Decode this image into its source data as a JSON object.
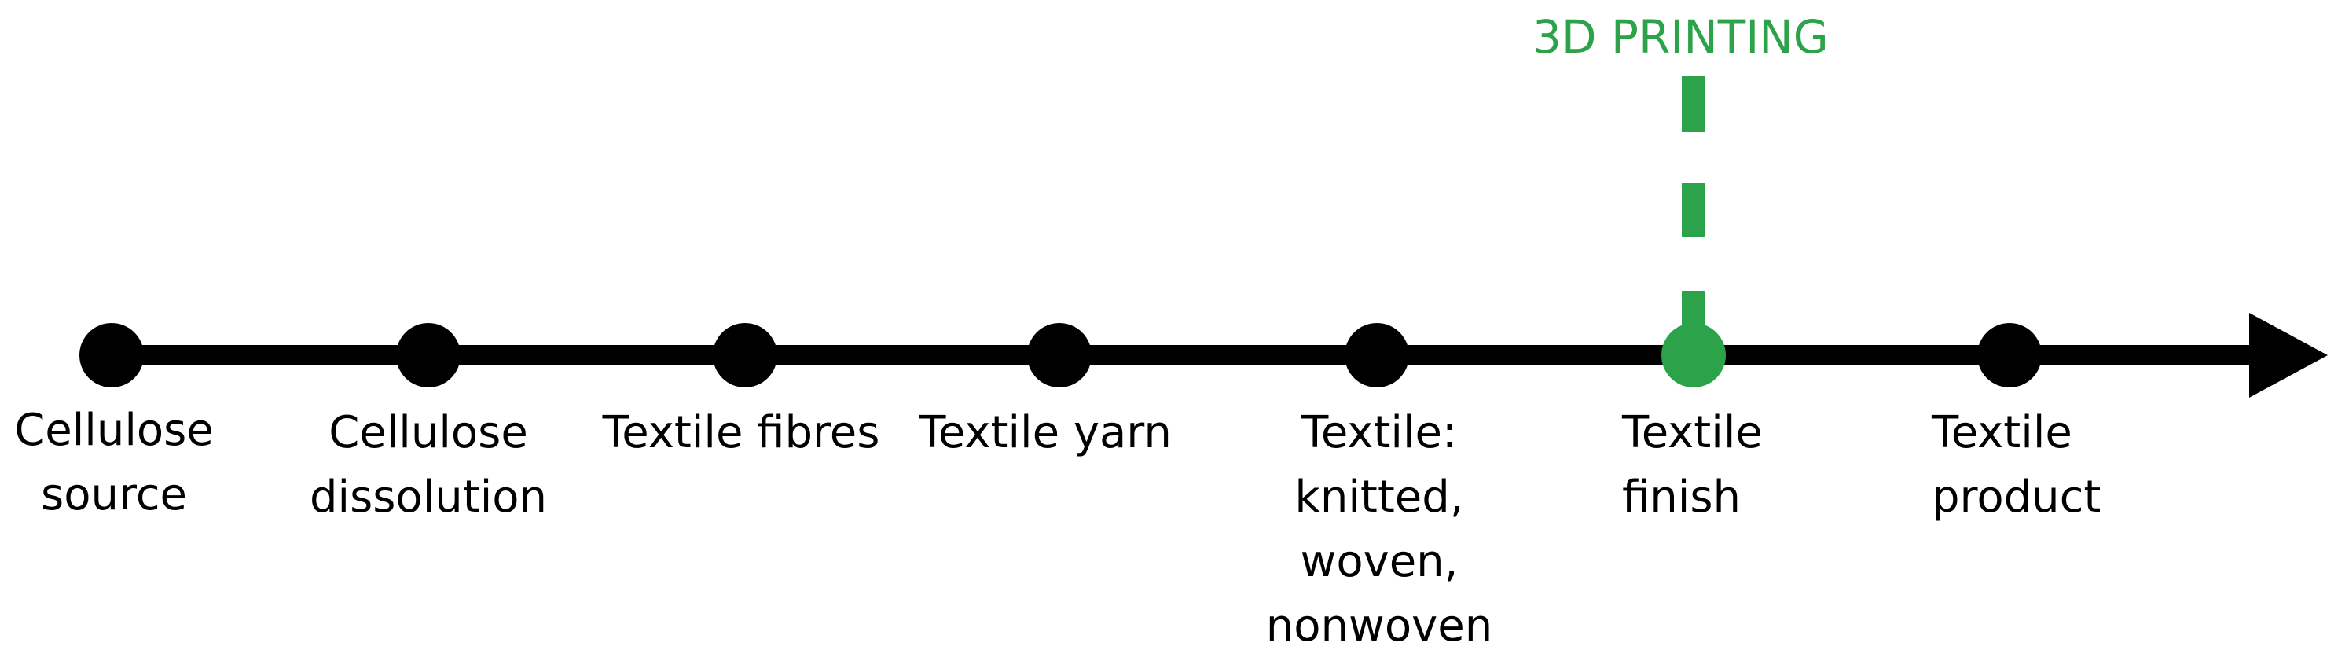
{
  "colors": {
    "line": "#000000",
    "highlight": "#2ca24a"
  },
  "callout": {
    "label": "3D PRINTING",
    "attached_to_stage": 5
  },
  "stages": [
    {
      "label": "Cellulose\nsource",
      "highlighted": false
    },
    {
      "label": "Cellulose\ndissolution",
      "highlighted": false
    },
    {
      "label": "Textile fibres",
      "highlighted": false
    },
    {
      "label": "Textile yarn",
      "highlighted": false
    },
    {
      "label": "Textile:\nknitted,\nwoven,\nnonwoven",
      "highlighted": false
    },
    {
      "label": "Textile\nfinish",
      "highlighted": true
    },
    {
      "label": "Textile\nproduct",
      "highlighted": false
    }
  ]
}
